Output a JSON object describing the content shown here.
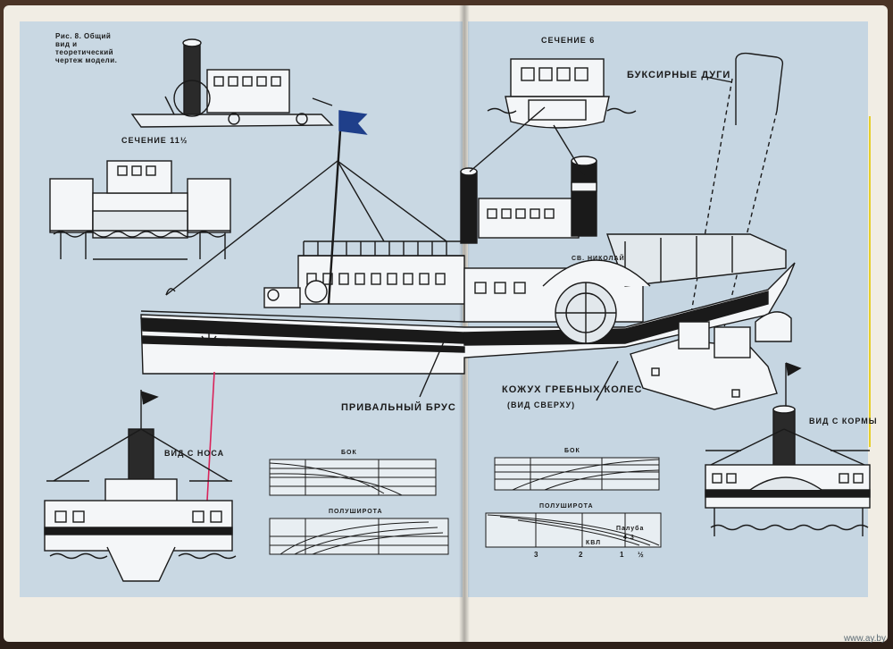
{
  "figure_caption": "Рис. 8. Общий вид и теоретический чертеж модели.",
  "labels": {
    "section6": "СЕЧЕНИЕ 6",
    "section11": "СЕЧЕНИЕ 11½",
    "tow_arcs": "БУКСИРНЫЕ ДУГИ",
    "rubbing_strake": "ПРИВАЛЬНЫЙ БРУС",
    "paddle_box": "КОЖУХ ГРЕБНЫХ КОЛЕС",
    "paddle_box_sub": "(ВИД СВЕРХУ)",
    "bow_view": "ВИД С НОСА",
    "stern_view": "ВИД С КОРМЫ",
    "side_left": "БОК",
    "side_right": "БОК",
    "half_breadth_left": "ПОЛУШИРОТА",
    "half_breadth_right": "ПОЛУШИРОТА",
    "ship_name": "СВ. НИКОЛАЙ",
    "deck": "Палуба",
    "kvl": "КВЛ",
    "num_3": "3",
    "num_2": "2",
    "num_1": "1",
    "num_half": "½",
    "num_43": "4 3"
  },
  "watermark": "www.ay.by",
  "colors": {
    "page_blue": "#c9d8e3",
    "paper": "#f1ede4",
    "ink": "#1a1a1a",
    "flag": "#1f3f8a",
    "red_line": "#d9235a"
  }
}
